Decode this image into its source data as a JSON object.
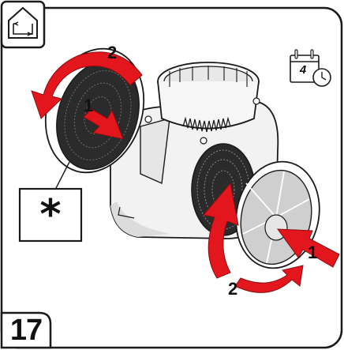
{
  "step": {
    "number": "17"
  },
  "callout": {
    "symbol": "*"
  },
  "maintenance_icon": {
    "day": "4"
  },
  "labels": {
    "left_filter_rotate": "2",
    "left_filter_push": "1",
    "right_filter_push": "1",
    "right_filter_rotate": "2"
  },
  "colors": {
    "arrow_red": "#e3161e",
    "outline": "#1a1a1a",
    "body_fill": "#f2f2f2",
    "filter_grey": "#cfcfcf",
    "mesh_dark": "#2b2b2b"
  },
  "icons": [
    "house-cycle-icon",
    "calendar-clock-icon",
    "asterisk-icon"
  ]
}
